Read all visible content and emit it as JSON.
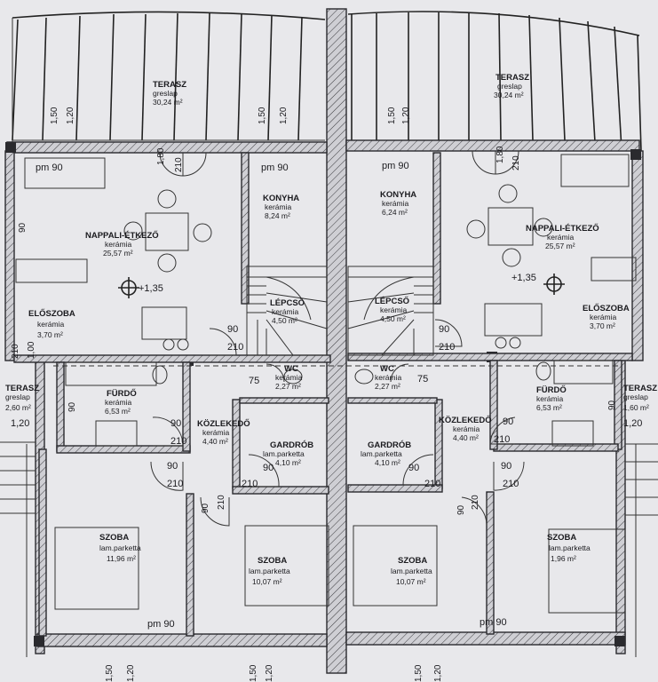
{
  "plan": {
    "left_unit": {
      "terrace_back": {
        "name": "TERASZ",
        "finish": "greslap",
        "area": "30,24 m²"
      },
      "terrace_side": {
        "name": "TERASZ",
        "finish": "greslap",
        "area": "2,60 m²"
      },
      "living": {
        "name": "NAPPALI-ÉTKEZŐ",
        "finish": "kerámia",
        "area": "25,57 m²"
      },
      "kitchen": {
        "name": "KONYHA",
        "finish": "kerámia",
        "area": "8,24 m²"
      },
      "stairs": {
        "name": "LÉPCSŐ",
        "finish": "kerámia",
        "area": "4,50 m²"
      },
      "hall": {
        "name": "ELŐSZOBA",
        "finish": "kerámia",
        "area": "3,70 m²"
      },
      "wc": {
        "name": "WC",
        "finish": "kerámia",
        "area": "2,27 m²"
      },
      "bath": {
        "name": "FÜRDŐ",
        "finish": "kerámia",
        "area": "6,53 m²"
      },
      "corridor": {
        "name": "KÖZLEKEDŐ",
        "finish": "kerámia",
        "area": "4,40 m²"
      },
      "wardrobe": {
        "name": "GARDRÓB",
        "finish": "lam.parketta",
        "area": "4,10 m²"
      },
      "room_big": {
        "name": "SZOBA",
        "finish": "lam.parketta",
        "area": "11,96 m²"
      },
      "room_small": {
        "name": "SZOBA",
        "finish": "lam.parketta",
        "area": "10,07 m²"
      }
    },
    "right_unit": {
      "terrace_back": {
        "name": "TERASZ",
        "finish": "greslap",
        "area": "30,24 m²"
      },
      "terrace_side": {
        "name": "TERASZ",
        "finish": "greslap",
        "area": "1,60 m²"
      },
      "living": {
        "name": "NAPPALI-ÉTKEZŐ",
        "finish": "kerámia",
        "area": "25,57 m²"
      },
      "kitchen": {
        "name": "KONYHA",
        "finish": "kerámia",
        "area": "6,24 m²"
      },
      "stairs": {
        "name": "LÉPCSŐ",
        "finish": "kerámia",
        "area": "4,50 m²"
      },
      "hall": {
        "name": "ELŐSZOBA",
        "finish": "kerámia",
        "area": "3,70 m²"
      },
      "wc": {
        "name": "WC",
        "finish": "kerámia",
        "area": "2,27 m²"
      },
      "bath": {
        "name": "FÜRDŐ",
        "finish": "kerámia",
        "area": "6,53 m²"
      },
      "corridor": {
        "name": "KÖZLEKEDŐ",
        "finish": "kerámia",
        "area": "4,40 m²"
      },
      "wardrobe": {
        "name": "GARDRÓB",
        "finish": "lam.parketta",
        "area": "4,10 m²"
      },
      "room_big": {
        "name": "SZOBA",
        "finish": "lam.parketta",
        "area": "1,96 m²"
      },
      "room_small": {
        "name": "SZOBA",
        "finish": "lam.parketta",
        "area": "10,07 m²"
      }
    },
    "labels": {
      "pm90": "pm 90",
      "level": "+1,35",
      "d90": "90",
      "d210": "210",
      "d75": "75",
      "d150": "1,50",
      "d120": "1,20",
      "d180": "1,80",
      "d100": "1,00",
      "t180": "1,80",
      "t210": "210",
      "side120": "1,20"
    }
  }
}
